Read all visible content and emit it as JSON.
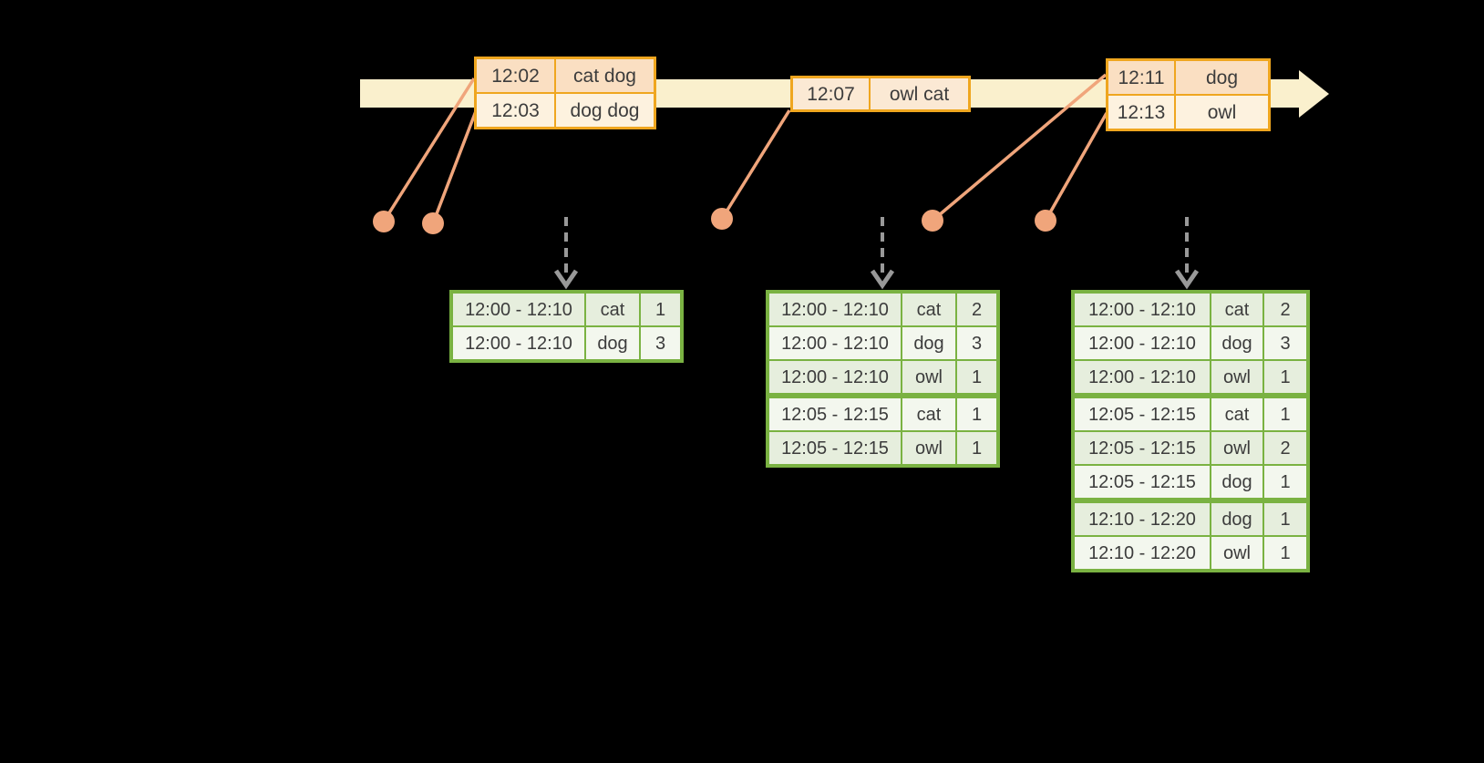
{
  "colors": {
    "background": "#000000",
    "timeline_fill": "#faf0cd",
    "event_table_border": "#efa61f",
    "event_row_dark": "#fadfc2",
    "event_row_light": "#fdf2df",
    "event_row_single": "#fbe9d4",
    "marker_salmon": "#f0a57b",
    "arrow_gray": "#999999",
    "result_border_green": "#7ab242",
    "result_row_tint": "#e6eedd",
    "result_row_light": "#f3f7ee",
    "text": "#3c3c3c"
  },
  "event_tables": [
    {
      "rows": [
        {
          "time": "12:02",
          "words": "cat dog"
        },
        {
          "time": "12:03",
          "words": "dog dog"
        }
      ]
    },
    {
      "rows": [
        {
          "time": "12:07",
          "words": "owl cat"
        }
      ]
    },
    {
      "rows": [
        {
          "time": "12:11",
          "words": "dog"
        },
        {
          "time": "12:13",
          "words": "owl"
        }
      ]
    }
  ],
  "result_tables": [
    {
      "groups": [
        {
          "rows": [
            {
              "window": "12:00 - 12:10",
              "word": "cat",
              "count": "1"
            },
            {
              "window": "12:00 - 12:10",
              "word": "dog",
              "count": "3"
            }
          ]
        }
      ]
    },
    {
      "groups": [
        {
          "rows": [
            {
              "window": "12:00 - 12:10",
              "word": "cat",
              "count": "2"
            },
            {
              "window": "12:00 - 12:10",
              "word": "dog",
              "count": "3"
            },
            {
              "window": "12:00 - 12:10",
              "word": "owl",
              "count": "1"
            }
          ]
        },
        {
          "rows": [
            {
              "window": "12:05 - 12:15",
              "word": "cat",
              "count": "1"
            },
            {
              "window": "12:05 - 12:15",
              "word": "owl",
              "count": "1"
            }
          ]
        }
      ]
    },
    {
      "groups": [
        {
          "rows": [
            {
              "window": "12:00 - 12:10",
              "word": "cat",
              "count": "2"
            },
            {
              "window": "12:00 - 12:10",
              "word": "dog",
              "count": "3"
            },
            {
              "window": "12:00 - 12:10",
              "word": "owl",
              "count": "1"
            }
          ]
        },
        {
          "rows": [
            {
              "window": "12:05 - 12:15",
              "word": "cat",
              "count": "1"
            },
            {
              "window": "12:05 - 12:15",
              "word": "owl",
              "count": "2"
            },
            {
              "window": "12:05 - 12:15",
              "word": "dog",
              "count": "1"
            }
          ]
        },
        {
          "rows": [
            {
              "window": "12:10 - 12:20",
              "word": "dog",
              "count": "1"
            },
            {
              "window": "12:10 - 12:20",
              "word": "owl",
              "count": "1"
            }
          ]
        }
      ]
    }
  ]
}
